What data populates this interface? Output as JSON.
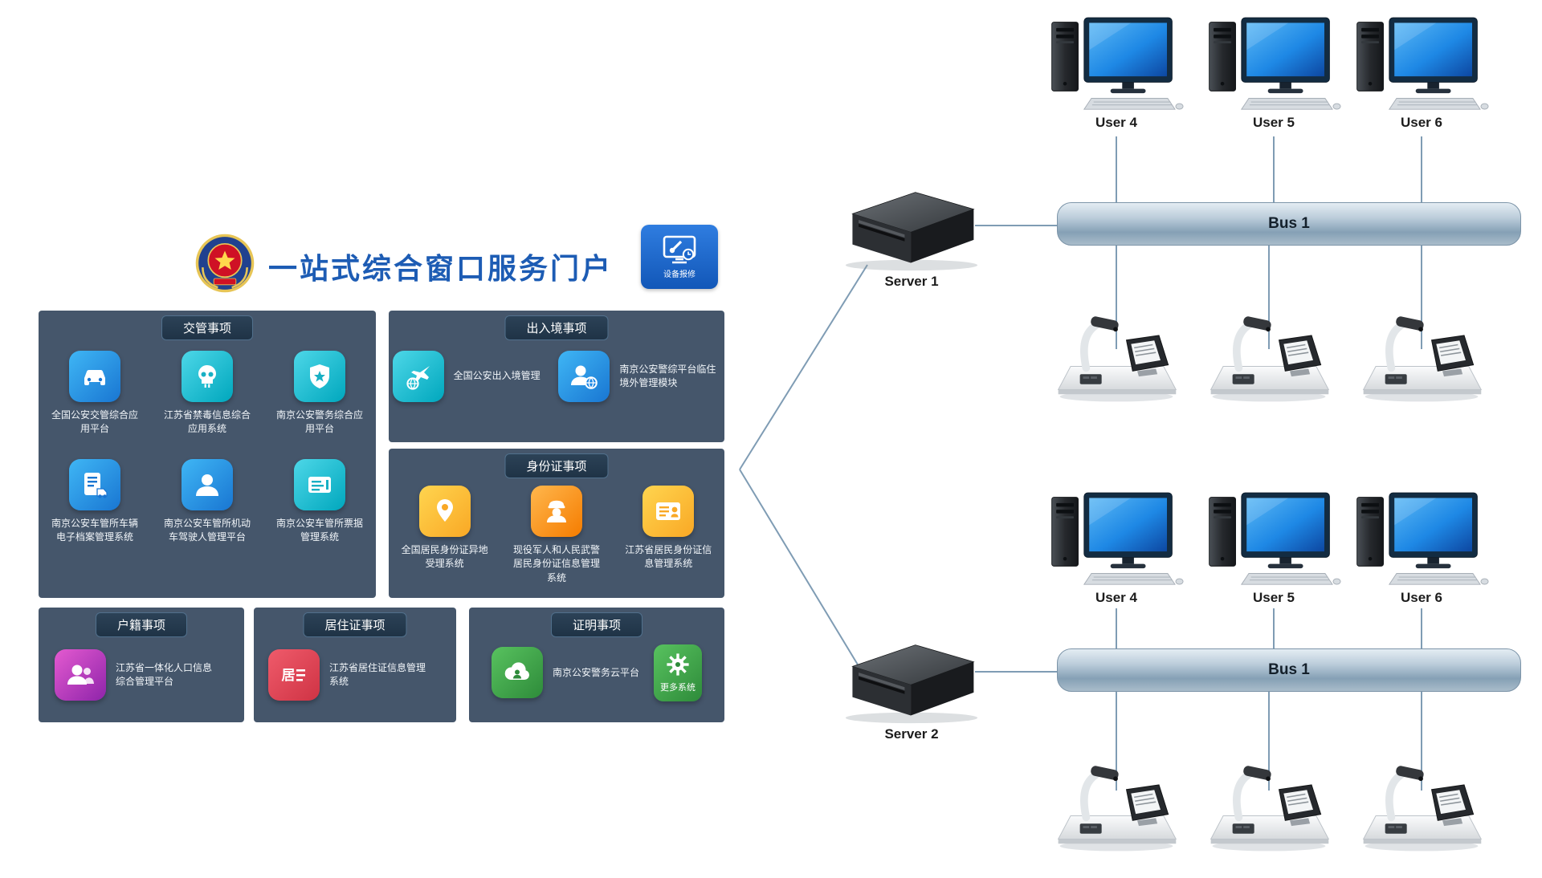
{
  "portal": {
    "title": "一站式综合窗口服务门户",
    "emblem": "police-badge",
    "repair_button": {
      "label": "设备报修",
      "icon": "monitor-wrench-icon"
    },
    "sections": [
      {
        "name": "交管事项",
        "apps": [
          {
            "icon": "car-icon",
            "label": "全国公安交管综合应用平台"
          },
          {
            "icon": "skull-icon",
            "label": "江苏省禁毒信息综合应用系统"
          },
          {
            "icon": "shield-star-icon",
            "label": "南京公安警务综合应用平台"
          },
          {
            "icon": "vehicle-file-icon",
            "label": "南京公安车管所车辆电子档案管理系统"
          },
          {
            "icon": "person-icon",
            "label": "南京公安车管所机动车驾驶人管理平台"
          },
          {
            "icon": "ticket-icon",
            "label": "南京公安车管所票据管理系统"
          }
        ]
      },
      {
        "name": "出入境事项",
        "apps": [
          {
            "icon": "plane-globe-icon",
            "label": "全国公安出入境管理"
          },
          {
            "icon": "person-globe-icon",
            "label": "南京公安警综平台临住境外管理模块"
          }
        ]
      },
      {
        "name": "身份证事项",
        "apps": [
          {
            "icon": "location-pin-icon",
            "label": "全国居民身份证异地受理系统"
          },
          {
            "icon": "police-officer-icon",
            "label": "现役军人和人民武警居民身份证信息管理系统"
          },
          {
            "icon": "id-card-icon",
            "label": "江苏省居民身份证信息管理系统"
          }
        ]
      },
      {
        "name": "户籍事项",
        "apps": [
          {
            "icon": "people-icon",
            "label": "江苏省一体化人口信息综合管理平台"
          }
        ]
      },
      {
        "name": "居住证事项",
        "apps": [
          {
            "icon": "residence-card-icon",
            "label": "江苏省居住证信息管理系统"
          }
        ]
      },
      {
        "name": "证明事项",
        "apps": [
          {
            "icon": "cloud-officer-icon",
            "label": "南京公安警务云平台"
          },
          {
            "icon": "gear-icon",
            "label": "更多系统"
          }
        ]
      }
    ]
  },
  "network": {
    "top": {
      "server": "Server 1",
      "bus": "Bus 1",
      "users": [
        "User 4",
        "User 5",
        "User 6"
      ]
    },
    "bottom": {
      "server": "Server 2",
      "bus": "Bus 1",
      "users": [
        "User 4",
        "User 5",
        "User 6"
      ]
    }
  },
  "colors": {
    "title_blue": "#1d5cb4",
    "panel_bg": "#45566b",
    "pill_bg": "#24394e",
    "tile_blue": "#1e88e5",
    "tile_cyan": "#26c6da",
    "tile_amber": "#f9a825",
    "tile_orange": "#fb8c00",
    "tile_magenta": "#c23bb0",
    "tile_red": "#d9485a",
    "tile_green": "#3aa745",
    "wire": "#7f9cb4"
  }
}
